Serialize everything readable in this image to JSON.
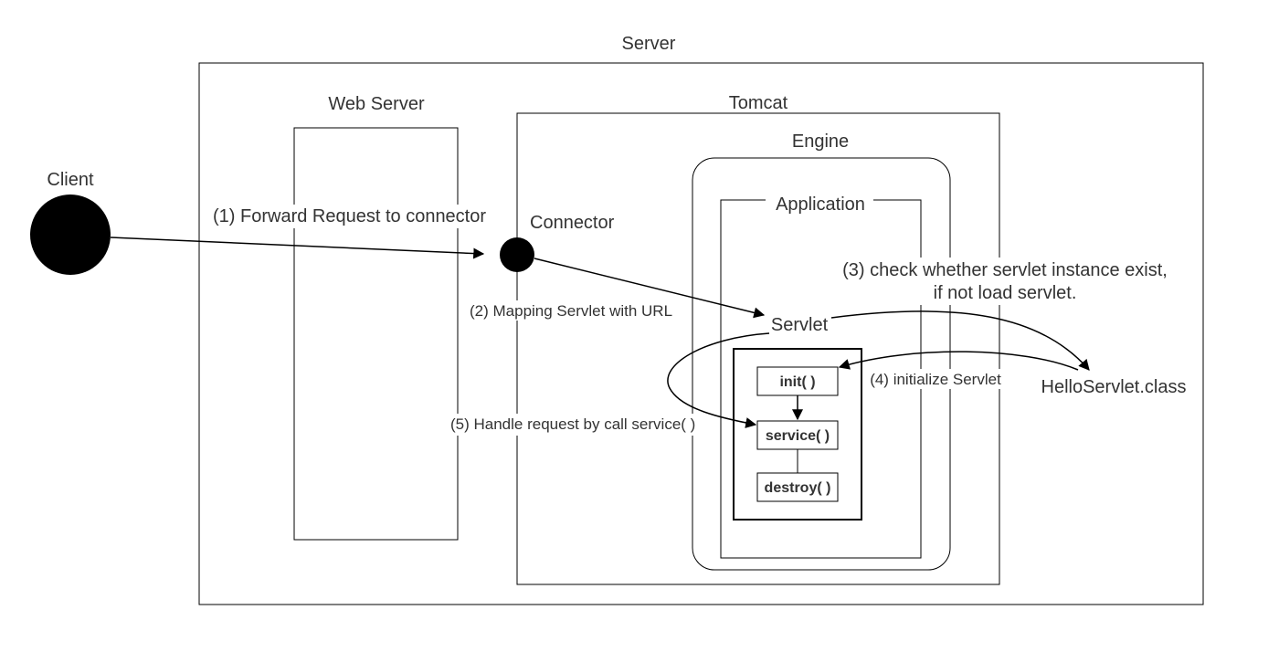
{
  "labels": {
    "server": "Server",
    "web_server": "Web Server",
    "tomcat": "Tomcat",
    "engine": "Engine",
    "application": "Application",
    "client": "Client",
    "connector": "Connector",
    "servlet": "Servlet",
    "hello_servlet_class": "HelloServlet.class"
  },
  "lifecycle": {
    "init": "init( )",
    "service": "service( )",
    "destroy": "destroy( )"
  },
  "steps": {
    "step1": "(1) Forward Request to connector",
    "step2": "(2) Mapping Servlet with URL",
    "step3_line1": "(3) check  whether servlet instance exist,",
    "step3_line2": "if not load servlet.",
    "step4": "(4) initialize Servlet",
    "step5": "(5) Handle request by call service( )"
  }
}
